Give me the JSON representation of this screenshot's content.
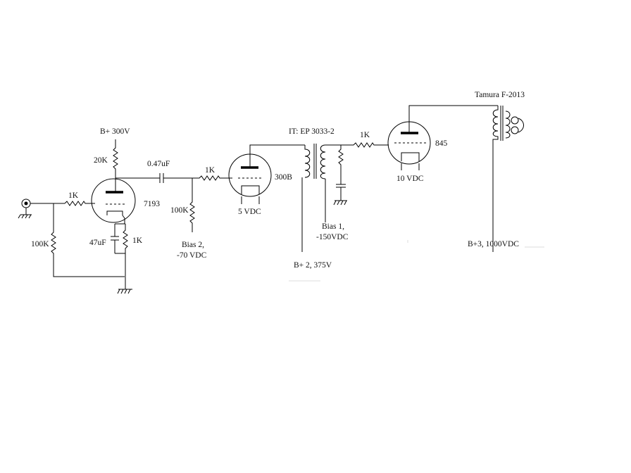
{
  "schematic": {
    "supplies": {
      "b_plus_1": "B+ 300V",
      "b_plus_2": "B+ 2, 375V",
      "b_plus_3": "B+3, 1000VDC",
      "bias_1_line1": "Bias 1,",
      "bias_1_line2": "-150VDC",
      "bias_2_line1": "Bias 2,",
      "bias_2_line2": "-70 VDC"
    },
    "tubes": {
      "input": "7193",
      "driver": "300B",
      "driver_filament": "5 VDC",
      "output": "845",
      "output_filament": "10 VDC"
    },
    "transformers": {
      "interstage": "IT: EP 3033-2",
      "output": "Tamura F-2013"
    },
    "components": {
      "plate_resistor": "20K",
      "input_grid_stopper": "1K",
      "input_grid_leak": "100K",
      "cathode_cap": "47uF",
      "cathode_resistor": "1K",
      "coupling_cap": "0.47uF",
      "driver_grid_stopper": "1K",
      "driver_grid_leak": "100K",
      "output_grid_stopper": "1K"
    }
  }
}
